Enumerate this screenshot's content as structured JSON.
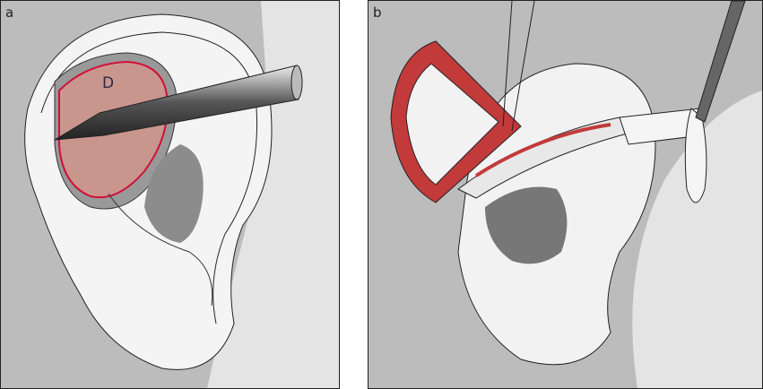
{
  "panels": [
    {
      "label": "a",
      "annotation": "D"
    },
    {
      "label": "b"
    }
  ],
  "colors": {
    "background": "#bcbcbc",
    "skin": "#f2f2f2",
    "flap": "#c9968e",
    "incision": "#d0103a",
    "tissue": "#c23a3a"
  }
}
